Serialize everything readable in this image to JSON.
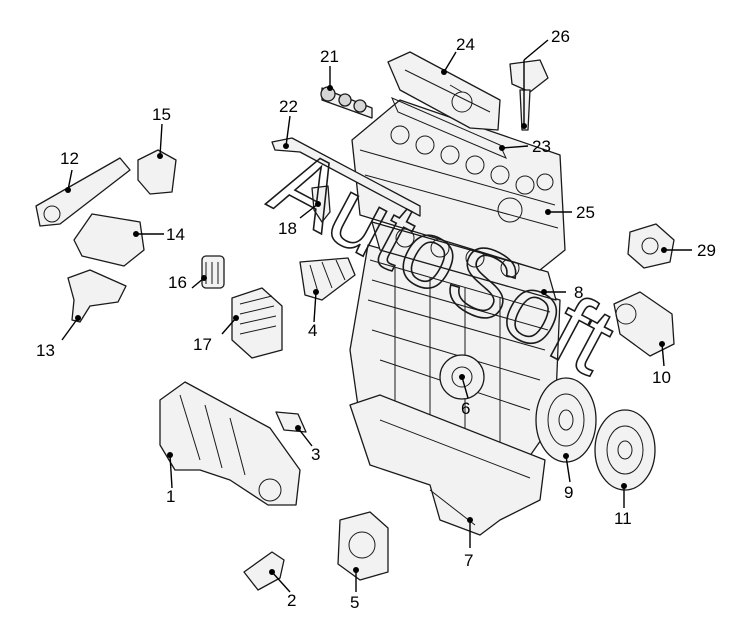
{
  "watermark": "AutoSoft",
  "callouts": [
    {
      "id": "c1",
      "label": "1"
    },
    {
      "id": "c2",
      "label": "2"
    },
    {
      "id": "c3",
      "label": "3"
    },
    {
      "id": "c4",
      "label": "4"
    },
    {
      "id": "c5",
      "label": "5"
    },
    {
      "id": "c6",
      "label": "6"
    },
    {
      "id": "c7",
      "label": "7"
    },
    {
      "id": "c8",
      "label": "8"
    },
    {
      "id": "c9",
      "label": "9"
    },
    {
      "id": "c10",
      "label": "10"
    },
    {
      "id": "c11",
      "label": "11"
    },
    {
      "id": "c12",
      "label": "12"
    },
    {
      "id": "c13",
      "label": "13"
    },
    {
      "id": "c14",
      "label": "14"
    },
    {
      "id": "c15",
      "label": "15"
    },
    {
      "id": "c16",
      "label": "16"
    },
    {
      "id": "c17",
      "label": "17"
    },
    {
      "id": "c18",
      "label": "18"
    },
    {
      "id": "c21",
      "label": "21"
    },
    {
      "id": "c22",
      "label": "22"
    },
    {
      "id": "c23",
      "label": "23"
    },
    {
      "id": "c24",
      "label": "24"
    },
    {
      "id": "c25",
      "label": "25"
    },
    {
      "id": "c26",
      "label": "26"
    },
    {
      "id": "c29",
      "label": "29"
    }
  ]
}
